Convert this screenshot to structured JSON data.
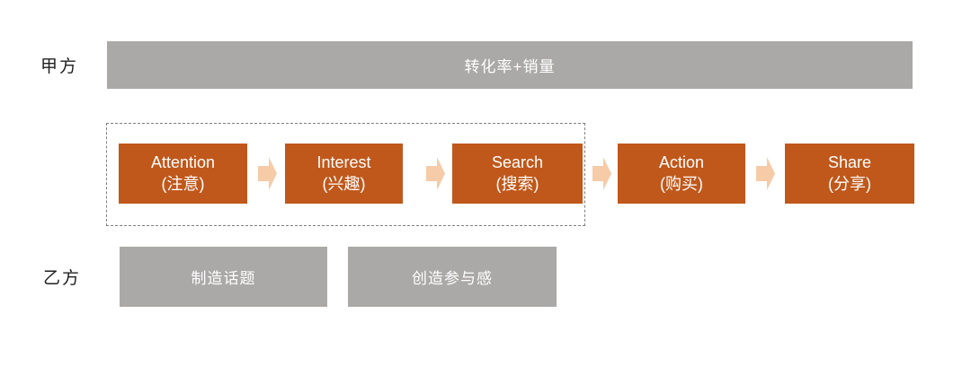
{
  "colors": {
    "orange": "#c0581b",
    "arrow": "#f6cba7",
    "gray": "#aba9a7",
    "dash": "#7f7f7f",
    "text_on_fill": "#ffffff",
    "label_text": "#1f1f1f"
  },
  "party_a": {
    "label": "甲方",
    "bar_text": "转化率+销量"
  },
  "flow": {
    "stages": [
      {
        "en": "Attention",
        "zh": "(注意)"
      },
      {
        "en": "Interest",
        "zh": "(兴趣)"
      },
      {
        "en": "Search",
        "zh": "(搜索)"
      },
      {
        "en": "Action",
        "zh": "(购买)"
      },
      {
        "en": "Share",
        "zh": "(分享)"
      }
    ],
    "arrow_icon": "right-block-arrow",
    "dashed_group_contains": [
      "Attention",
      "Interest",
      "Search"
    ]
  },
  "party_b": {
    "label": "乙方",
    "boxes": [
      "制造话题",
      "创造参与感"
    ]
  }
}
